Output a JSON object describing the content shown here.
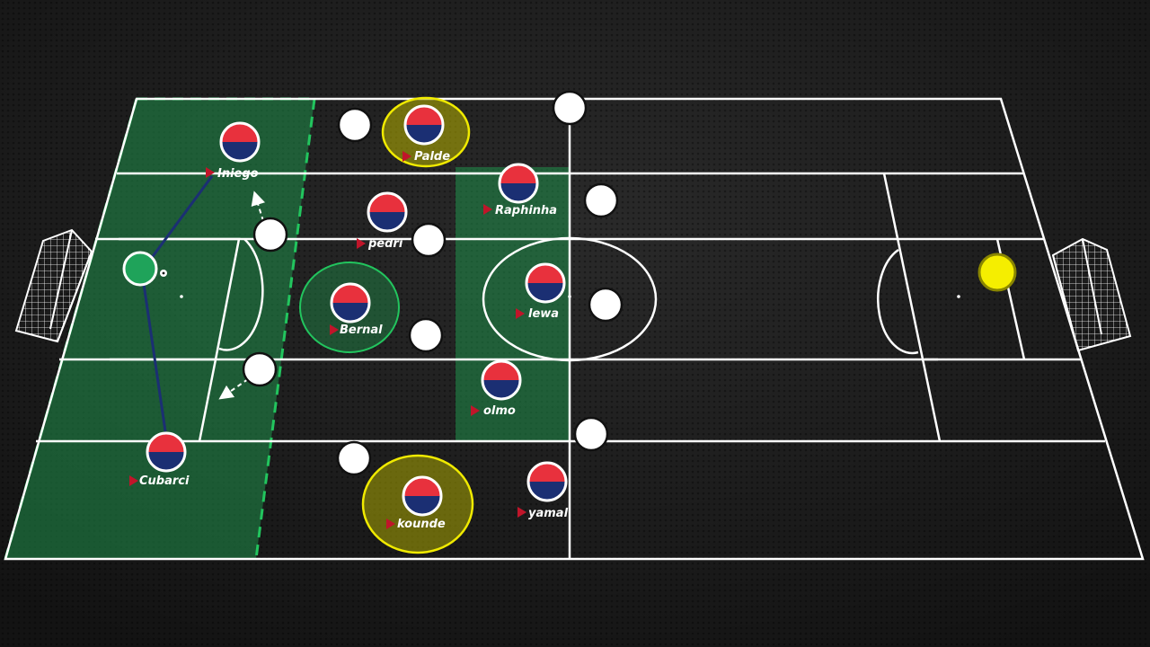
{
  "players": {
    "iniego": "Iniego",
    "palde": "Palde",
    "raphinha": "Raphinha",
    "pedri": "pedri",
    "bernal": "Bernal",
    "lewa": "lewa",
    "olmo": "olmo",
    "cubarci": "Cubarci",
    "kounde": "kounde",
    "yamal": "yamal"
  },
  "colors": {
    "kit_top": "#e8313d",
    "kit_bottom": "#1b2f73",
    "opponent": "#ffffff",
    "highlight_yellow": "#d4d100",
    "zone_green": "#1f8f4a",
    "goalkeeper_home": "#1fa35a",
    "goalkeeper_away": "#f5ee00",
    "pitch_line": "#ffffff",
    "background": "#262626"
  },
  "icons": {
    "player_marker": "triangle-marker-icon",
    "ball": "football-icon"
  }
}
